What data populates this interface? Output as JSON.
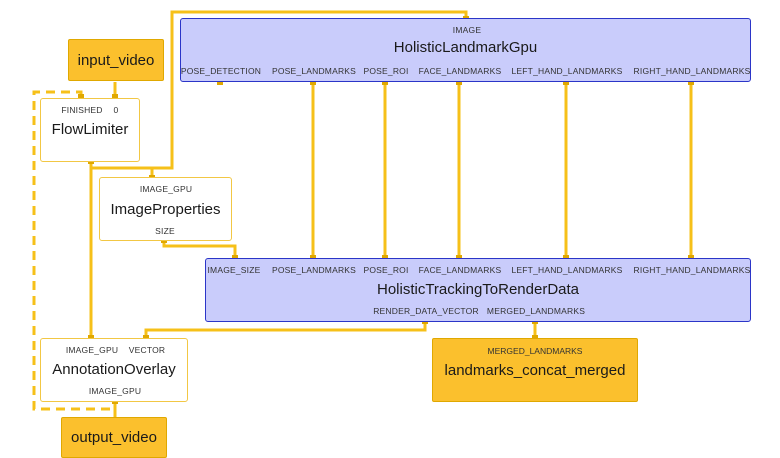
{
  "nodes": {
    "input_video": {
      "label": "input_video"
    },
    "output_video": {
      "label": "output_video"
    },
    "flow_limiter": {
      "title": "FlowLimiter",
      "in_ports": [
        "FINISHED",
        "0"
      ]
    },
    "image_properties": {
      "title": "ImageProperties",
      "in_ports": [
        "IMAGE_GPU"
      ],
      "out_ports": [
        "SIZE"
      ]
    },
    "holistic_landmark_gpu": {
      "title": "HolisticLandmarkGpu",
      "in_ports": [
        "IMAGE"
      ],
      "out_ports": [
        "POSE_DETECTION",
        "POSE_LANDMARKS",
        "POSE_ROI",
        "FACE_LANDMARKS",
        "LEFT_HAND_LANDMARKS",
        "RIGHT_HAND_LANDMARKS"
      ]
    },
    "holistic_tracking_to_render_data": {
      "title": "HolisticTrackingToRenderData",
      "in_ports": [
        "IMAGE_SIZE",
        "POSE_LANDMARKS",
        "POSE_ROI",
        "FACE_LANDMARKS",
        "LEFT_HAND_LANDMARKS",
        "RIGHT_HAND_LANDMARKS"
      ],
      "out_ports": [
        "RENDER_DATA_VECTOR",
        "MERGED_LANDMARKS"
      ]
    },
    "annotation_overlay": {
      "title": "AnnotationOverlay",
      "in_ports": [
        "IMAGE_GPU",
        "VECTOR"
      ],
      "out_ports": [
        "IMAGE_GPU"
      ]
    },
    "landmarks_concat_merged": {
      "label": "landmarks_concat_merged",
      "in_port": "MERGED_LANDMARKS"
    }
  },
  "colors": {
    "edge": "#f6c019",
    "io_fill": "#fbc02d",
    "subgraph_fill": "#c9ccfb",
    "subgraph_border": "#2b35c8"
  }
}
